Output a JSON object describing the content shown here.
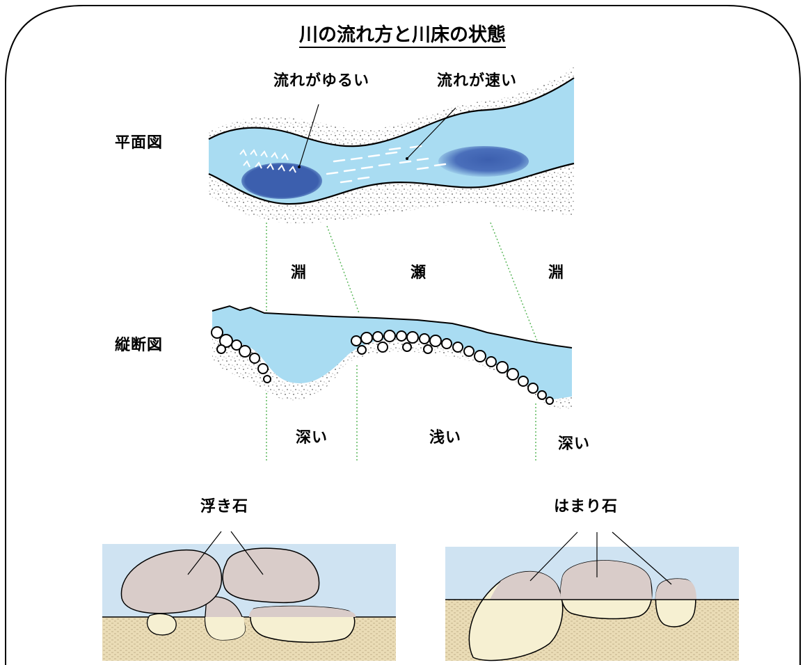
{
  "title": "川の流れ方と川床の状態",
  "plan": {
    "label": "平面図",
    "slow_label": "流れがゆるい",
    "fast_label": "流れが速い"
  },
  "sections": {
    "left": "淵",
    "middle": "瀬",
    "right": "淵"
  },
  "profile": {
    "label": "縦断図",
    "deep_left": "深い",
    "shallow": "浅い",
    "deep_right": "深い"
  },
  "stones": {
    "floating": "浮き石",
    "embedded": "はまり石"
  },
  "colors": {
    "water": "#a9dcf2",
    "pool": "#3c5fae",
    "sky_water": "#cfe3f2",
    "sand": "#eadcb6",
    "stone": "#d9ccc9",
    "stone_buried": "#f6f0d2",
    "guide": "#5db85d"
  }
}
